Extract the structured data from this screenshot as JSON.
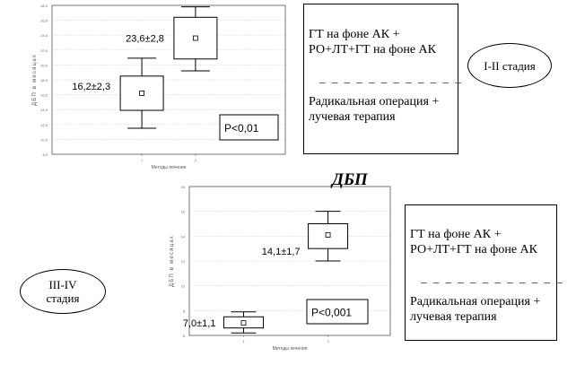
{
  "title": "ДБП",
  "legend_top": {
    "line1": "ГТ на фоне АК +",
    "line2": "РО+ЛТ+ГТ на фоне АК",
    "dashes": "_ _ _ _ _ _ _ _ _ _ _ _",
    "line3": "Радикальная операция +",
    "line4": "лучевая терапия"
  },
  "legend_bottom": {
    "line1": "ГТ на фоне АК +",
    "line2": "РО+ЛТ+ГТ на фоне АК",
    "dashes": "_ _ _ _ _ _ _ _ _ _ _ _",
    "line3": "Радикальная операция +",
    "line4": "лучевая терапия"
  },
  "stage_top": {
    "text": "I-II стадия"
  },
  "stage_bottom": {
    "line1": "III-IV",
    "line2": "стадия"
  },
  "chart_data": [
    {
      "type": "box",
      "xlabel": "Методы лечения",
      "ylabel": "ДБП в месяцах",
      "ylim": [
        8,
        28
      ],
      "yticks": [
        8,
        10,
        12,
        14,
        16,
        18,
        20,
        22,
        24,
        26,
        28
      ],
      "ytick_labels": [
        "8,0",
        "10,0",
        "12,0",
        "14,0",
        "16,0",
        "18,0",
        "20,0",
        "22,0",
        "24,0",
        "26,0",
        "28,0"
      ],
      "xticks": [
        "1",
        "2"
      ],
      "boxes": [
        {
          "category": "1",
          "mean": 16.2,
          "box_low": 13.9,
          "box_high": 18.5,
          "whisker_low": 11.5,
          "whisker_high": 20.9,
          "label": "16,2±2,3"
        },
        {
          "category": "2",
          "mean": 23.6,
          "box_low": 20.8,
          "box_high": 26.4,
          "whisker_low": 19.2,
          "whisker_high": 27.8,
          "label": "23,6±2,8"
        }
      ],
      "pvalue": "P<0,01"
    },
    {
      "type": "box",
      "xlabel": "Методы лечения",
      "ylabel": "ДБП в месяцах",
      "ylim": [
        6,
        18
      ],
      "yticks": [
        6,
        8,
        10,
        12,
        14,
        16,
        18
      ],
      "ytick_labels": [
        "6",
        "8",
        "10",
        "12",
        "14",
        "16",
        "18"
      ],
      "xticks": [
        "1",
        "2"
      ],
      "boxes": [
        {
          "category": "1",
          "mean": 7.0,
          "box_low": 6.6,
          "box_high": 7.5,
          "whisker_low": 6.2,
          "whisker_high": 7.9,
          "label": "7,0±1,1"
        },
        {
          "category": "2",
          "mean": 14.1,
          "box_low": 13.0,
          "box_high": 15.0,
          "whisker_low": 12.0,
          "whisker_high": 16.0,
          "label": "14,1±1,7"
        }
      ],
      "pvalue": "P<0,001"
    }
  ]
}
